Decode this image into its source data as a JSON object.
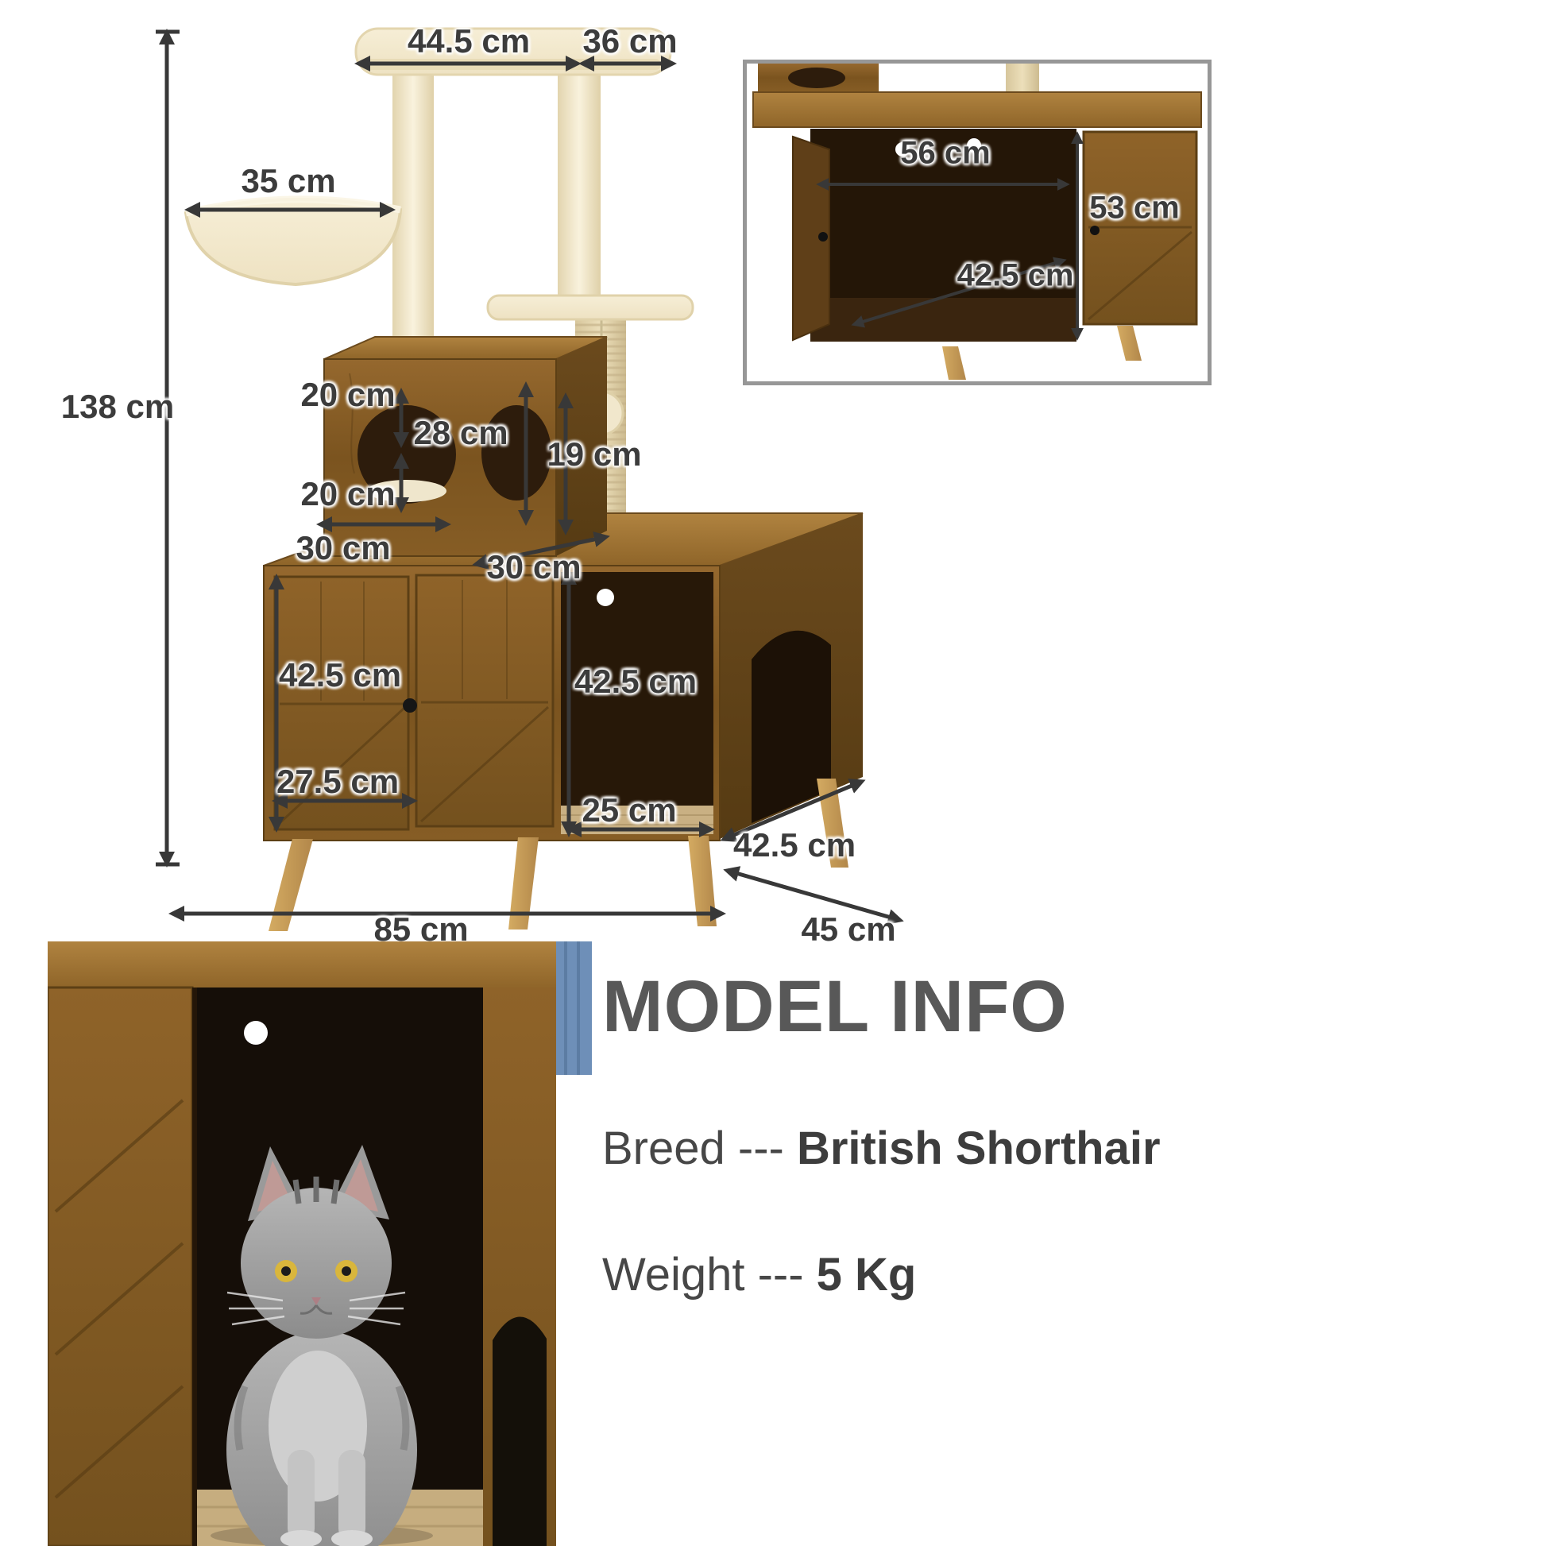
{
  "colors": {
    "wood": "#8a5f26",
    "wood_dark": "#5c3d16",
    "plush_beige": "#f4ebd2",
    "dimension_text": "#3c3c3c",
    "info_text": "#474747"
  },
  "dims": {
    "top_width": "44.5 cm",
    "top_right_width": "36 cm",
    "hammock_width": "35 cm",
    "total_height": "138 cm",
    "cube_hole_top": "20 cm",
    "cube_inner_height": "28 cm",
    "post_height": "19 cm",
    "cube_hole_bottom": "20 cm",
    "cube_width": "30 cm",
    "cube_depth": "30 cm",
    "door_height": "42.5 cm",
    "compartment_height": "42.5 cm",
    "door_width": "27.5 cm",
    "opening_width": "25 cm",
    "base_side_depth": "42.5 cm",
    "base_width": "85 cm",
    "base_depth": "45 cm"
  },
  "inset_dims": {
    "interior_width": "56 cm",
    "interior_height": "53 cm",
    "interior_depth": "42.5 cm"
  },
  "model_info": {
    "title": "MODEL INFO",
    "breed_label": "Breed ---",
    "breed_value": "British Shorthair",
    "weight_label": "Weight ---",
    "weight_value": "5 Kg"
  }
}
